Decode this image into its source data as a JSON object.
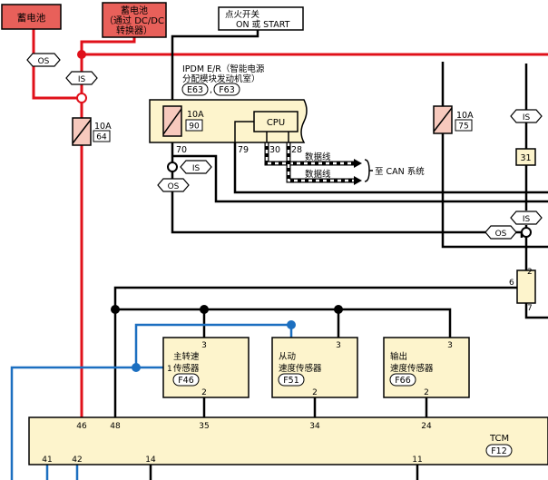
{
  "colors": {
    "red_wire": "#e0101a",
    "blue_wire": "#1c6fc0",
    "black_wire": "#000000",
    "battery_fill": "#e8605a",
    "module_fill": "#fdf4cc",
    "fuse_fill": "#f7c9bd",
    "ipdm_fill": "#fdf4cc"
  },
  "battery_left": {
    "label": "蓄电池"
  },
  "battery_dcdc": {
    "line1": "蓄电池",
    "line2": "（通过 DC/DC",
    "line3": "转换器）"
  },
  "ignition": {
    "line1": "点火开关",
    "line2": "ON 或 START"
  },
  "ipdm": {
    "line1": "IPDM E/R（智能电源",
    "line2": "分配模块发动机室）",
    "conn1": "E63",
    "sep": ",",
    "conn2": "F63",
    "fuse_rating": "10A",
    "fuse_no": "90",
    "cpu": "CPU",
    "pin70": "70",
    "pin79": "79",
    "pin30": "30",
    "pin28": "28"
  },
  "data_line1": "数据线",
  "data_line2": "数据线",
  "can_label": "至 CAN 系统",
  "fuse_left": {
    "rating": "10A",
    "no": "64"
  },
  "fuse_right": {
    "rating": "10A",
    "no": "75"
  },
  "right_conn": {
    "pin31": "31",
    "pin2": "2",
    "pin6": "6",
    "pin7": "7"
  },
  "tags": {
    "is": "IS",
    "os": "OS"
  },
  "sensor_main": {
    "line1": "主转速",
    "line2": "传感器",
    "conn": "F46",
    "pin_top": "3",
    "pin_left": "1",
    "pin_bottom": "2"
  },
  "sensor_driven": {
    "line1": "从动",
    "line2": "速度传感器",
    "conn": "F51",
    "pin_top": "3",
    "pin_bottom": "2"
  },
  "sensor_output": {
    "line1": "输出",
    "line2": "速度传感器",
    "conn": "F66",
    "pin_top": "3",
    "pin_bottom": "2"
  },
  "tcm": {
    "name": "TCM",
    "conn": "F12",
    "pins": {
      "p46": "46",
      "p48": "48",
      "p35": "35",
      "p34": "34",
      "p24": "24",
      "p41": "41",
      "p42": "42",
      "p14": "14",
      "p11": "11"
    }
  }
}
